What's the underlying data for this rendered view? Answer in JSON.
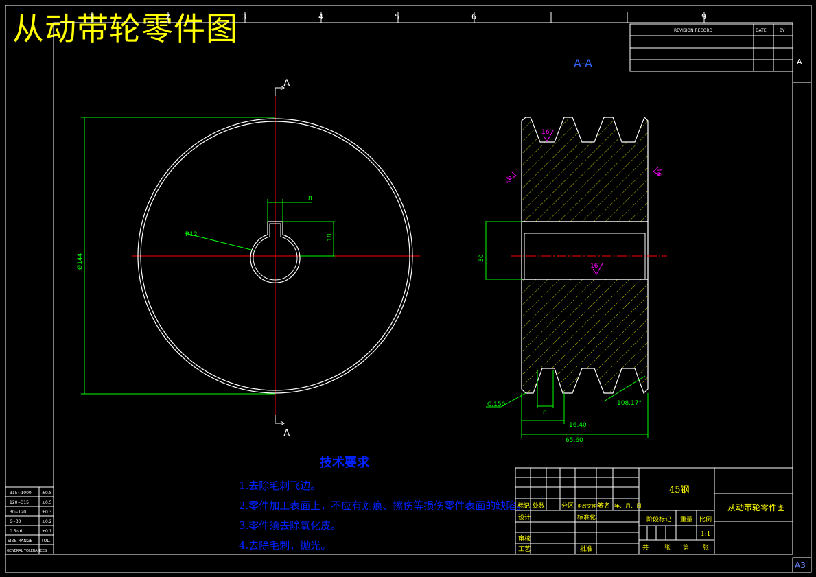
{
  "title": "从动带轮零件图",
  "grid_labels": [
    "1",
    "2",
    "3",
    "4",
    "5",
    "6",
    "9"
  ],
  "grid_row_label": "A",
  "section_label": "A-A",
  "cut_label": "A",
  "revision_table": {
    "col1": "REVISION RECORD",
    "col2": "DATE",
    "col3": "BY"
  },
  "dims": {
    "keyway_width": "8",
    "keyway_depth": "18",
    "radius": "R12",
    "diameter": "Ø144",
    "bore": "30",
    "groove_width": "8",
    "groove_pitch": "16.40",
    "total_width": "65.60",
    "chamfer": "C.150",
    "angle": "108.17°"
  },
  "roughness": [
    "16",
    "16",
    "16",
    "16"
  ],
  "tech_req": {
    "title": "技术要求",
    "items": [
      "1.去除毛刺飞边。",
      "2.零件加工表面上，不应有划痕、擦伤等损伤零件表面的缺陷。",
      "3.零件须去除氧化皮。",
      "4.去除毛刺，抛光。"
    ]
  },
  "title_block": {
    "material": "45钢",
    "drawing_name": "从动带轮零件图",
    "headers": [
      "标记",
      "处数",
      "分区",
      "更改文件号",
      "签名",
      "年、月、日"
    ],
    "designer": "设计",
    "standard": "标准化",
    "stage": "阶段标记",
    "weight": "重量",
    "scale_label": "比例",
    "scale": "1:1",
    "checker": "审核",
    "process": "工艺",
    "approve": "批准",
    "total": "共",
    "sheets": "张",
    "sheet_no": "第",
    "sheets2": "张"
  },
  "size_table": {
    "rows": [
      [
        "315~1000",
        "±0.8"
      ],
      [
        "120~315",
        "±0.5"
      ],
      [
        "30~120",
        "±0.3"
      ],
      [
        "6~30",
        "±0.2"
      ],
      [
        "0.5~6",
        "±0.1"
      ]
    ],
    "header": [
      "SIZE RANGE",
      "TOL."
    ],
    "footer": "GENERAL TOLERANCES"
  },
  "sheet_size": "A3",
  "colors": {
    "outline": "#ffffff",
    "dim": "#00ff00",
    "center": "#ff0000",
    "hatch": "#c8c800",
    "symbol": "#ff00ff",
    "text_blue": "#0022ff",
    "title_yellow": "#ffff00"
  }
}
